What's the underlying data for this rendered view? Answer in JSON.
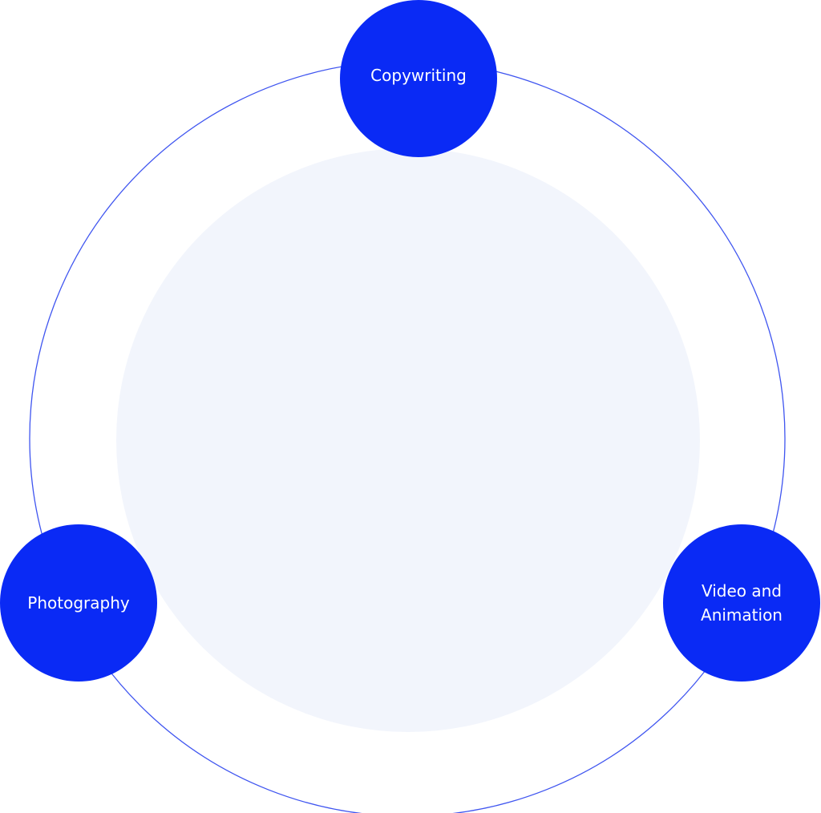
{
  "colors": {
    "accent": "#0a2af5",
    "ring": "#3f55f0",
    "inner": "#f2f5fc"
  },
  "nodes": [
    {
      "label": "Copywriting"
    },
    {
      "label": "Photography"
    },
    {
      "label": "Video and Animation"
    }
  ]
}
